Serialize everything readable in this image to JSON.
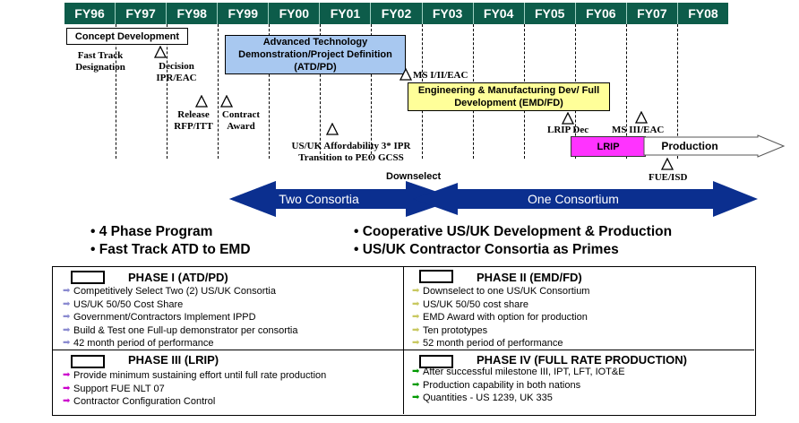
{
  "fiscal_years": [
    "FY96",
    "FY97",
    "FY98",
    "FY99",
    "FY00",
    "FY01",
    "FY02",
    "FY03",
    "FY04",
    "FY05",
    "FY06",
    "FY07",
    "FY08"
  ],
  "boxes": {
    "concept": "Concept Development",
    "atd": "Advanced Technology Demonstration/Project Definition (ATD/PD)",
    "emd": "Engineering & Manufacturing Dev/ Full Development (EMD/FD)",
    "lrip": "LRIP",
    "production": "Production"
  },
  "labels": {
    "fast_track": "Fast Track Designation",
    "decision": "Decision IPR/EAC",
    "release": "Release RFP/ITT",
    "contract": "Contract Award",
    "affordability": "US/UK Affordability 3* IPR Transition to PEO GCSS",
    "ms_1": "MS I/II/EAC",
    "downselect": "Downselect",
    "lrip_dec": "LRIP Dec",
    "ms_3": "MS III/EAC",
    "fue": "FUE/ISD"
  },
  "arrows": {
    "two": "Two Consortia",
    "one": "One Consortium"
  },
  "bullets_left": [
    "• 4 Phase Program",
    "• Fast Track ATD to EMD"
  ],
  "bullets_right": [
    "• Cooperative US/UK Development & Production",
    "• US/UK Contractor Consortia as Primes"
  ],
  "phases": {
    "p1": {
      "title": "PHASE I (ATD/PD)",
      "items": [
        "Competitively Select Two (2) US/UK Consortia",
        "US/UK 50/50 Cost Share",
        "Government/Contractors Implement IPPD",
        "Build & Test one Full-up demonstrator per consortia",
        "42 month period of performance"
      ]
    },
    "p2": {
      "title": "PHASE II (EMD/FD)",
      "items": [
        "Downselect to one US/UK Consortium",
        "US/UK 50/50 cost share",
        "EMD Award with option for production",
        "Ten prototypes",
        "52 month period of performance"
      ]
    },
    "p3": {
      "title": "PHASE III (LRIP)",
      "items": [
        "Provide minimum sustaining effort until full rate production",
        "Support FUE NLT 07",
        "Contractor Configuration Control"
      ]
    },
    "p4": {
      "title": "PHASE IV (FULL RATE PRODUCTION)",
      "items": [
        "After successful milestone III, IPT, LFT, IOT&E",
        "Production capability in both nations",
        "Quantities - US 1239, UK 335"
      ]
    }
  },
  "colors": {
    "header": "#0d5c4a",
    "arrow": "#0b2f8f",
    "atd_box": "#a8c8f0",
    "emd_box": "#ffff99",
    "lrip_box": "#ff33ff",
    "p1_bullet": "#8a8ad0",
    "p2_bullet": "#c8c860",
    "p3_bullet": "#cc00cc",
    "p4_bullet": "#009900"
  }
}
